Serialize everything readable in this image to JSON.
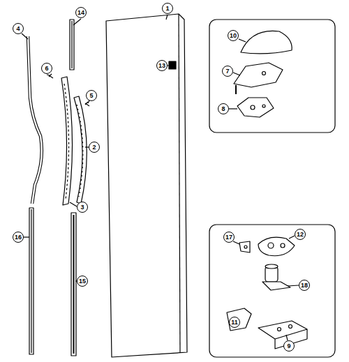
{
  "diagram": {
    "labels": [
      "14",
      "4",
      "1",
      "6",
      "13",
      "5",
      "2",
      "3",
      "16",
      "15",
      "10",
      "7",
      "8",
      "17",
      "12",
      "18",
      "11",
      "9"
    ]
  }
}
